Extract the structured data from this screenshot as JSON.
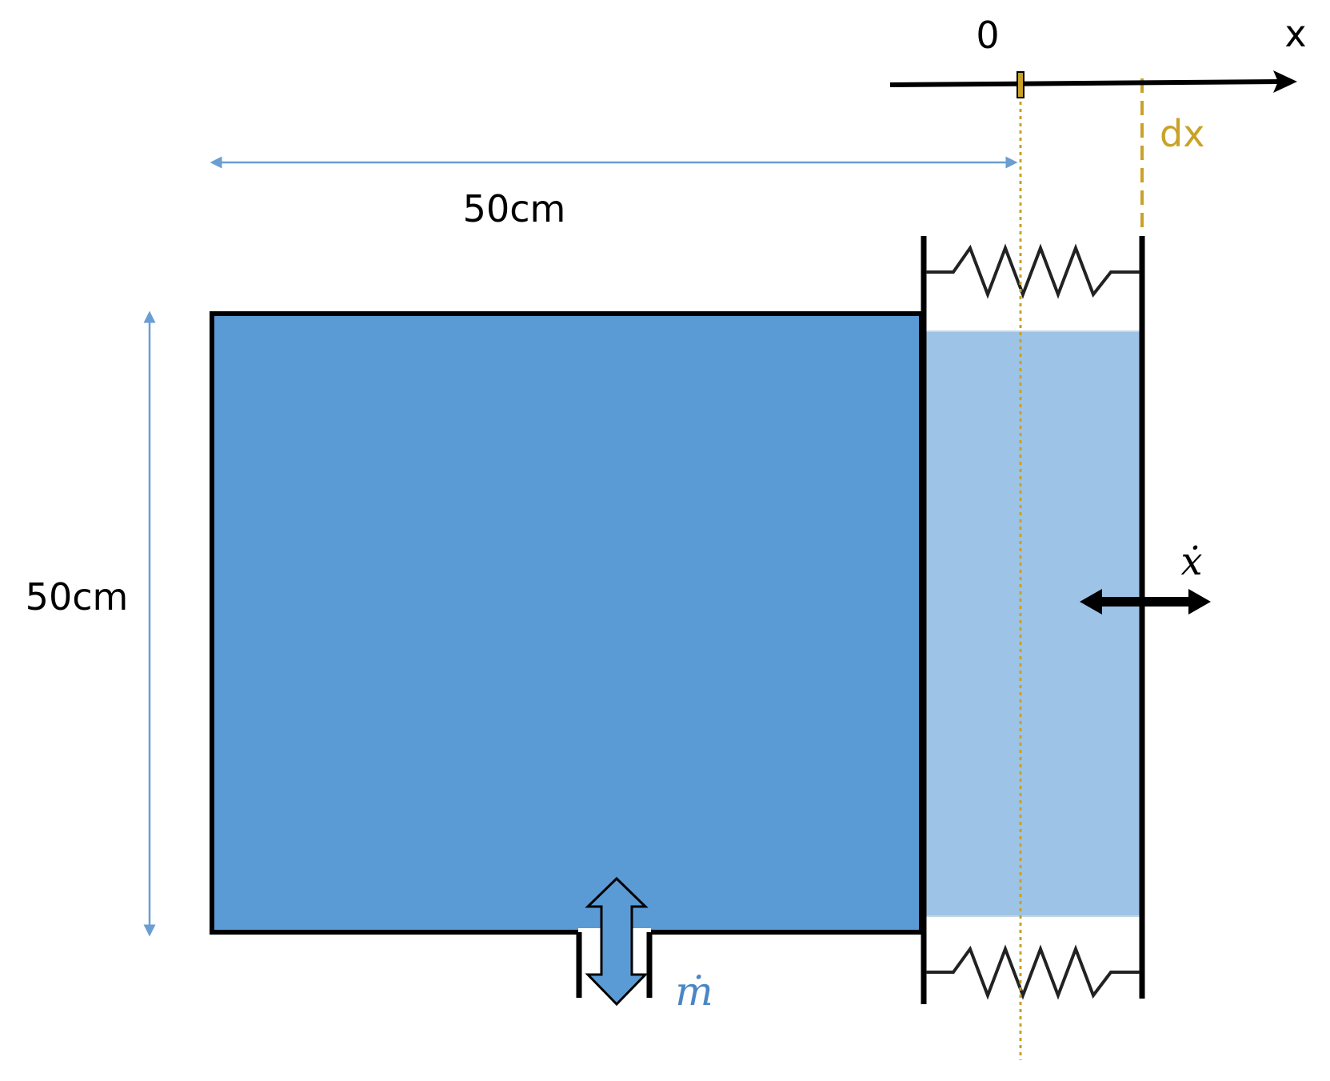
{
  "labels": {
    "origin": "0",
    "x_axis": "x",
    "displacement": "dx",
    "width": "50cm",
    "height": "50cm",
    "velocity": "ẋ",
    "mass_flow": "ṁ"
  },
  "colors": {
    "tank_fill": "#5b9bd5",
    "extension_fill": "#9dc3e6",
    "dimension_line": "#6a9ed2",
    "dashed_guide": "#c9a227",
    "mass_flow_text": "#4a86c6",
    "outline": "#000000"
  }
}
